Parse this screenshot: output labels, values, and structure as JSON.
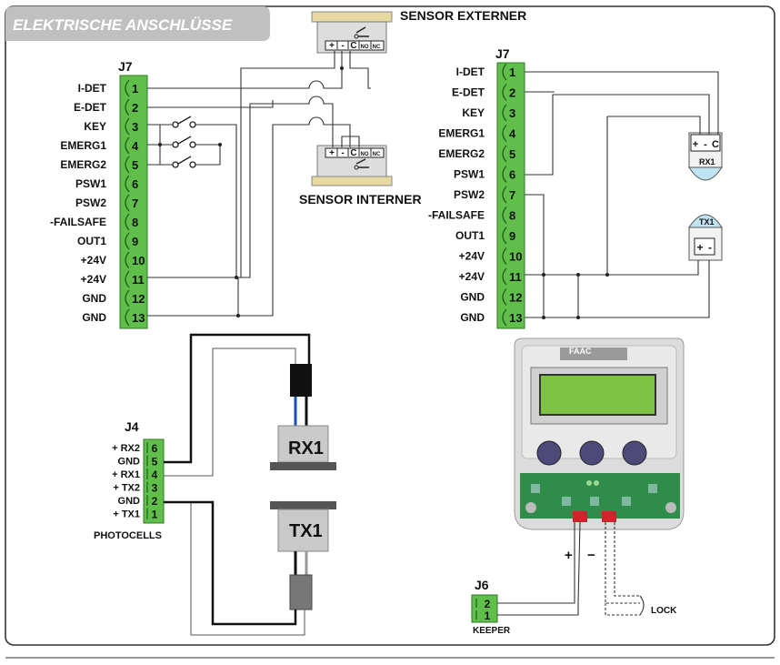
{
  "title": "ELEKTRISCHE ANSCHLÜSSE",
  "sensor_external": {
    "label": "SENSOR EXTERNER",
    "terminals": [
      "+",
      "-",
      "C",
      "NO",
      "NC"
    ]
  },
  "sensor_internal": {
    "label": "SENSOR INTERNER",
    "terminals": [
      "+",
      "-",
      "C",
      "NO",
      "NC"
    ]
  },
  "j7_left": {
    "header": "J7",
    "pins": [
      {
        "n": "1",
        "label": "I-DET"
      },
      {
        "n": "2",
        "label": "E-DET"
      },
      {
        "n": "3",
        "label": "KEY"
      },
      {
        "n": "4",
        "label": "EMERG1"
      },
      {
        "n": "5",
        "label": "EMERG2"
      },
      {
        "n": "6",
        "label": "PSW1"
      },
      {
        "n": "7",
        "label": "PSW2"
      },
      {
        "n": "8",
        "label": "-FAILSAFE"
      },
      {
        "n": "9",
        "label": "OUT1"
      },
      {
        "n": "10",
        "label": "+24V"
      },
      {
        "n": "11",
        "label": "+24V"
      },
      {
        "n": "12",
        "label": "GND"
      },
      {
        "n": "13",
        "label": "GND"
      }
    ]
  },
  "j7_right": {
    "header": "J7",
    "pins": [
      {
        "n": "1",
        "label": "I-DET"
      },
      {
        "n": "2",
        "label": "E-DET"
      },
      {
        "n": "3",
        "label": "KEY"
      },
      {
        "n": "4",
        "label": "EMERG1"
      },
      {
        "n": "5",
        "label": "EMERG2"
      },
      {
        "n": "6",
        "label": "PSW1"
      },
      {
        "n": "7",
        "label": "PSW2"
      },
      {
        "n": "8",
        "label": "-FAILSAFE"
      },
      {
        "n": "9",
        "label": "OUT1"
      },
      {
        "n": "10",
        "label": "+24V"
      },
      {
        "n": "11",
        "label": "+24V"
      },
      {
        "n": "12",
        "label": "GND"
      },
      {
        "n": "13",
        "label": "GND"
      }
    ]
  },
  "rx1_small": {
    "label": "RX1",
    "terminals": [
      "+",
      "-",
      "C"
    ]
  },
  "tx1_small": {
    "label": "TX1",
    "terminals": [
      "+",
      "-"
    ]
  },
  "j4": {
    "header": "J4",
    "footer": "PHOTOCELLS",
    "pins": [
      {
        "n": "6",
        "label": "+ RX2"
      },
      {
        "n": "5",
        "label": "GND"
      },
      {
        "n": "4",
        "label": "+ RX1"
      },
      {
        "n": "3",
        "label": "+ TX2"
      },
      {
        "n": "2",
        "label": "GND"
      },
      {
        "n": "1",
        "label": "+ TX1"
      }
    ]
  },
  "rx1_big": "RX1",
  "tx1_big": "TX1",
  "panel_logo": "FAAC",
  "polarity": {
    "plus": "+",
    "minus": "−"
  },
  "j6": {
    "header": "J6",
    "footer": "KEEPER",
    "pins": [
      {
        "n": "2"
      },
      {
        "n": "1"
      }
    ]
  },
  "lock_label": "LOCK",
  "colors": {
    "terminal_green": "#5fbf4a",
    "title_bg": "#bfbfbf",
    "lcd_green": "#7ec243",
    "connector_red": "#c8282d",
    "knob": "#4d4a7a"
  }
}
